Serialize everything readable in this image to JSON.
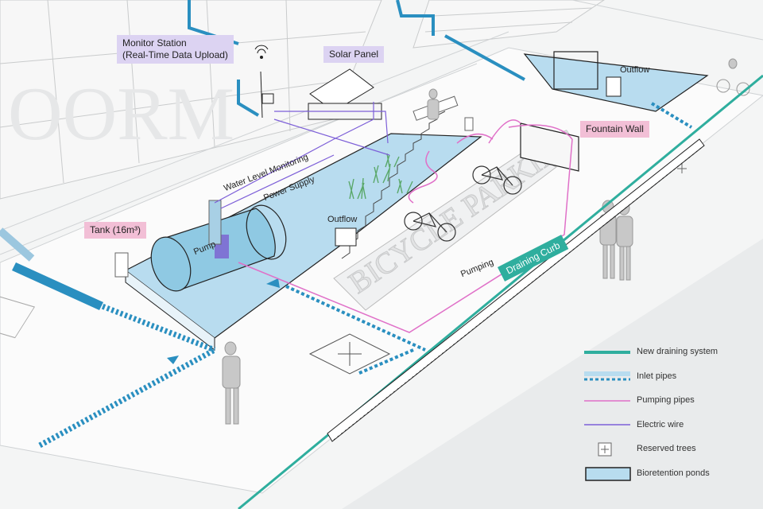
{
  "labels": {
    "monitor_station": "Monitor Station",
    "monitor_station_sub": "(Real-Time Data Upload)",
    "solar_panel": "Solar Panel",
    "outflow_top": "Outflow",
    "fountain_wall": "Fountain Wall",
    "water_level_monitoring": "Water Level Monitoring",
    "power_supply": "Power Supply",
    "tank": "Tank (16m³)",
    "pump": "Pump",
    "outflow_mid": "Outflow",
    "pumping": "Pumping",
    "draining_curb": "Draining Curb"
  },
  "legend": [
    {
      "symbol": "new-draining-line",
      "label": "New draining system",
      "color": "#2fae9e"
    },
    {
      "symbol": "inlet-pipe",
      "label": "Inlet pipes",
      "color": "#2a8fc0"
    },
    {
      "symbol": "pumping-pipe",
      "label": "Pumping pipes",
      "color": "#e070c8"
    },
    {
      "symbol": "electric-wire",
      "label": "Electric wire",
      "color": "#7d5fd8"
    },
    {
      "symbol": "tree-plus",
      "label": "Reserved trees",
      "color": "#555555"
    },
    {
      "symbol": "pond-box",
      "label": "Bioretention ponds",
      "color": "#b8dcef"
    }
  ],
  "colors": {
    "water": "#b8dcef",
    "draining": "#2fae9e",
    "inlet": "#2a8fc0",
    "pumping": "#e070c8",
    "electric": "#7d5fd8",
    "tag_pink": "#f2bfd6",
    "tag_lavender": "#dcd3f2"
  }
}
